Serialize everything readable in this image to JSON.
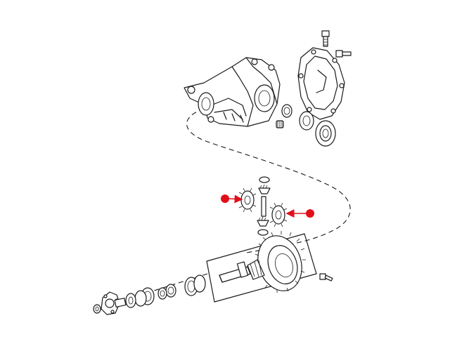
{
  "diagram": {
    "kind": "exploded parts view",
    "line_color": "#1a1a1a",
    "callout_color": "#e0101a",
    "background": "#ffffff",
    "icons": [
      "housing",
      "cover",
      "seal-ring",
      "bearing",
      "side-gear",
      "pinion-gear",
      "spider-shaft",
      "ring-gear",
      "drive-pinion",
      "flange",
      "bolt"
    ],
    "callouts": [
      {
        "id": "left-side-gear",
        "target": "side-gear"
      },
      {
        "id": "right-side-gear",
        "target": "side-gear"
      }
    ]
  }
}
